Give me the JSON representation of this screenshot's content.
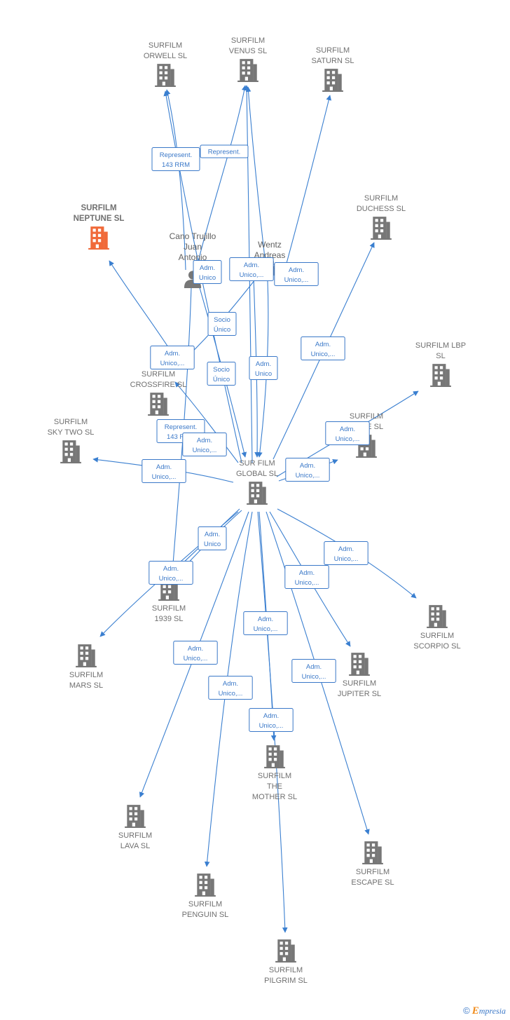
{
  "colors": {
    "edge": "#3a7fd0",
    "building": "#777777",
    "highlight": "#f06a3a",
    "label": "#3a78c8"
  },
  "nodes": [
    {
      "id": "orwell",
      "lines": [
        "SURFILM",
        "ORWELL  SL"
      ],
      "icon": "building-icon"
    },
    {
      "id": "venus",
      "lines": [
        "SURFILM",
        "VENUS  SL"
      ],
      "icon": "building-icon"
    },
    {
      "id": "saturn",
      "lines": [
        "SURFILM",
        "SATURN  SL"
      ],
      "icon": "building-icon"
    },
    {
      "id": "neptune",
      "lines": [
        "SURFILM",
        "NEPTUNE  SL"
      ],
      "icon": "building-icon",
      "highlight": true
    },
    {
      "id": "duchess",
      "lines": [
        "SURFILM",
        "DUCHESS  SL"
      ],
      "icon": "building-icon"
    },
    {
      "id": "lbp",
      "lines": [
        "SURFILM LBP",
        "SL"
      ],
      "icon": "building-icon"
    },
    {
      "id": "crossfire",
      "lines": [
        "SURFILM",
        "CROSSFIRE  SL"
      ],
      "icon": "building-icon"
    },
    {
      "id": "skytwo",
      "lines": [
        "SURFILM",
        "SKY TWO  SL"
      ],
      "icon": "building-icon"
    },
    {
      "id": "three",
      "lines": [
        "SURFILM",
        "...REE  SL"
      ],
      "icon": "building-icon"
    },
    {
      "id": "global",
      "lines": [
        "SUR FILM",
        "GLOBAL  SL"
      ],
      "icon": "building-icon"
    },
    {
      "id": "s1939",
      "lines": [
        "SURFILM",
        "1939  SL"
      ],
      "icon": "building-icon"
    },
    {
      "id": "scorpio",
      "lines": [
        "SURFILM",
        "SCORPIO  SL"
      ],
      "icon": "building-icon"
    },
    {
      "id": "mars",
      "lines": [
        "SURFILM",
        "MARS  SL"
      ],
      "icon": "building-icon"
    },
    {
      "id": "jupiter",
      "lines": [
        "SURFILM",
        "JUPITER  SL"
      ],
      "icon": "building-icon"
    },
    {
      "id": "mother",
      "lines": [
        "SURFILM",
        "THE",
        "MOTHER  SL"
      ],
      "icon": "building-icon"
    },
    {
      "id": "lava",
      "lines": [
        "SURFILM",
        "LAVA  SL"
      ],
      "icon": "building-icon"
    },
    {
      "id": "escape",
      "lines": [
        "SURFILM",
        "ESCAPE  SL"
      ],
      "icon": "building-icon"
    },
    {
      "id": "penguin",
      "lines": [
        "SURFILM",
        "PENGUIN  SL"
      ],
      "icon": "building-icon"
    },
    {
      "id": "pilgrim",
      "lines": [
        "SURFILM",
        "PILGRIM  SL"
      ],
      "icon": "building-icon"
    }
  ],
  "persons": [
    {
      "id": "cano",
      "lines": [
        "Cano Trujillo",
        "Juan",
        "Antonio"
      ],
      "icon": "person-icon"
    },
    {
      "id": "wentz",
      "lines": [
        "Wentz",
        "Andreas",
        "Michael"
      ],
      "icon": "person-icon"
    }
  ],
  "edge_labels": [
    {
      "id": "l1",
      "lines": [
        "Represent.",
        "143 RRM"
      ]
    },
    {
      "id": "l2",
      "lines": [
        "Represent."
      ]
    },
    {
      "id": "l3",
      "lines": [
        "Adm.",
        "Unico"
      ]
    },
    {
      "id": "l4",
      "lines": [
        "Adm.",
        "Unico,..."
      ]
    },
    {
      "id": "l5",
      "lines": [
        "Adm.",
        "Unico,..."
      ]
    },
    {
      "id": "l6",
      "lines": [
        "Socio",
        "Único"
      ]
    },
    {
      "id": "l7",
      "lines": [
        "Adm.",
        "Unico,..."
      ]
    },
    {
      "id": "l8",
      "lines": [
        "Socio",
        "Único"
      ]
    },
    {
      "id": "l9",
      "lines": [
        "Adm.",
        "Unico"
      ]
    },
    {
      "id": "l10",
      "lines": [
        "Adm.",
        "Unico,..."
      ]
    },
    {
      "id": "l11",
      "lines": [
        "Represent.",
        "143 RRM"
      ]
    },
    {
      "id": "l12",
      "lines": [
        "Adm.",
        "Unico,..."
      ]
    },
    {
      "id": "l13",
      "lines": [
        "Adm.",
        "Unico,..."
      ]
    },
    {
      "id": "l14",
      "lines": [
        "Adm.",
        "Unico,..."
      ]
    },
    {
      "id": "l15",
      "lines": [
        "Adm.",
        "Unico,..."
      ]
    },
    {
      "id": "l16",
      "lines": [
        "Adm.",
        "Unico"
      ]
    },
    {
      "id": "l17",
      "lines": [
        "Adm.",
        "Unico,..."
      ]
    },
    {
      "id": "l18",
      "lines": [
        "Adm.",
        "Unico,..."
      ]
    },
    {
      "id": "l19",
      "lines": [
        "Adm.",
        "Unico,..."
      ]
    },
    {
      "id": "l20",
      "lines": [
        "Adm.",
        "Unico,..."
      ]
    },
    {
      "id": "l21",
      "lines": [
        "Adm.",
        "Unico,..."
      ]
    },
    {
      "id": "l22",
      "lines": [
        "Adm.",
        "Unico,..."
      ]
    },
    {
      "id": "l23",
      "lines": [
        "Adm.",
        "Unico,..."
      ]
    },
    {
      "id": "l24",
      "lines": [
        "Adm.",
        "Unico,..."
      ]
    }
  ],
  "footer": {
    "copyright": "©",
    "brand_initial": "E",
    "brand_rest": "mpresia"
  }
}
